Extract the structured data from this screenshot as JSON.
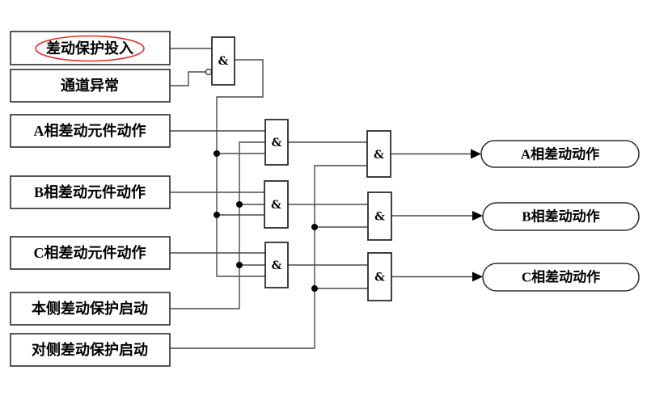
{
  "diagram": {
    "title_hint": "differential-protection-trip-logic",
    "and_gate_label": "&",
    "inputs": [
      {
        "label": "差动保护投入",
        "highlighted": true
      },
      {
        "label": "通道异常",
        "highlighted": false,
        "inverted_input": true
      },
      {
        "label": "A相差动元件动作",
        "highlighted": false
      },
      {
        "label": "B相差动元件动作",
        "highlighted": false
      },
      {
        "label": "C相差动元件动作",
        "highlighted": false
      },
      {
        "label": "本侧差动保护启动",
        "highlighted": false
      },
      {
        "label": "对侧差动保护启动",
        "highlighted": false
      }
    ],
    "outputs": [
      {
        "label": "A相差动动作"
      },
      {
        "label": "B相差动动作"
      },
      {
        "label": "C相差动动作"
      }
    ],
    "colors": {
      "background": "#ffffff",
      "line": "#4a4a4a",
      "border": "#2b2b2b",
      "text": "#000000",
      "highlight_ellipse": "#e8302a"
    }
  }
}
